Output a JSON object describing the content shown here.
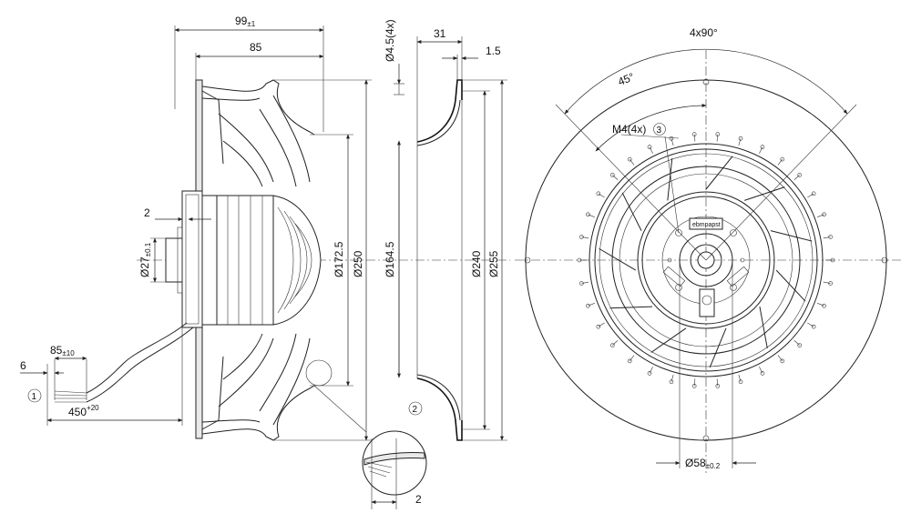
{
  "dimensions": {
    "width_overall": "99",
    "width_overall_tol": "±1",
    "width_impeller": "85",
    "gap": "2",
    "shaft_dia": "Ø27",
    "shaft_dia_tol": "±0.1",
    "dia_172": "Ø172.5",
    "dia_250": "Ø250",
    "hole_dia": "Ø4.5(4x)",
    "ring_depth": "31",
    "ring_lip": "1.5",
    "dia_164": "Ø164.5",
    "dia_240": "Ø240",
    "dia_255": "Ø255",
    "bolt_pattern": "4x90°",
    "angle": "45°",
    "thread": "M4(4x)",
    "hub_dia": "Ø58",
    "hub_dia_tol": "±0.2",
    "cable_strip": "6",
    "cable_end": "85",
    "cable_end_tol": "±10",
    "cable_len": "450",
    "cable_len_tol": "+20",
    "detail_gap": "2"
  },
  "callouts": {
    "c1": "1",
    "c2": "2",
    "c3": "3"
  },
  "label_plate": {
    "brand": "ebmpapst"
  },
  "colors": {
    "line": "#222222",
    "paper": "#ffffff"
  }
}
